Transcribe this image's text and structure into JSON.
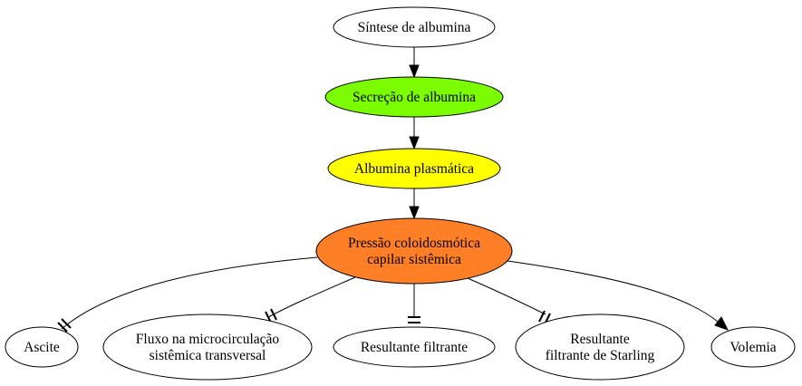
{
  "nodes": [
    {
      "id": "sintese",
      "lines": [
        "Síntese de albumina"
      ],
      "fill": "#ffffff"
    },
    {
      "id": "secrecao",
      "lines": [
        "Secreção de albumina"
      ],
      "fill": "#7cfc00"
    },
    {
      "id": "albumina",
      "lines": [
        "Albumina plasmática"
      ],
      "fill": "#ffff00"
    },
    {
      "id": "pressao",
      "lines": [
        "Pressão coloidosmótica",
        "capilar sistêmica"
      ],
      "fill": "#ff7f27"
    },
    {
      "id": "ascite",
      "lines": [
        "Ascite"
      ],
      "fill": "#ffffff"
    },
    {
      "id": "fluxo",
      "lines": [
        "Fluxo na microcirculação",
        "sistêmica transversal"
      ],
      "fill": "#ffffff"
    },
    {
      "id": "resultante",
      "lines": [
        "Resultante filtrante"
      ],
      "fill": "#ffffff"
    },
    {
      "id": "starling",
      "lines": [
        "Resultante",
        "filtrante de Starling"
      ],
      "fill": "#ffffff"
    },
    {
      "id": "volemia",
      "lines": [
        "Volemia"
      ],
      "fill": "#ffffff"
    }
  ],
  "edges": [
    {
      "from": "sintese",
      "to": "secrecao",
      "arrowhead": "arrow"
    },
    {
      "from": "secrecao",
      "to": "albumina",
      "arrowhead": "arrow"
    },
    {
      "from": "albumina",
      "to": "pressao",
      "arrowhead": "arrow"
    },
    {
      "from": "pressao",
      "to": "ascite",
      "arrowhead": "double-tee"
    },
    {
      "from": "pressao",
      "to": "fluxo",
      "arrowhead": "double-tee"
    },
    {
      "from": "pressao",
      "to": "resultante",
      "arrowhead": "double-tee"
    },
    {
      "from": "pressao",
      "to": "starling",
      "arrowhead": "double-tee"
    },
    {
      "from": "pressao",
      "to": "volemia",
      "arrowhead": "arrow"
    }
  ]
}
